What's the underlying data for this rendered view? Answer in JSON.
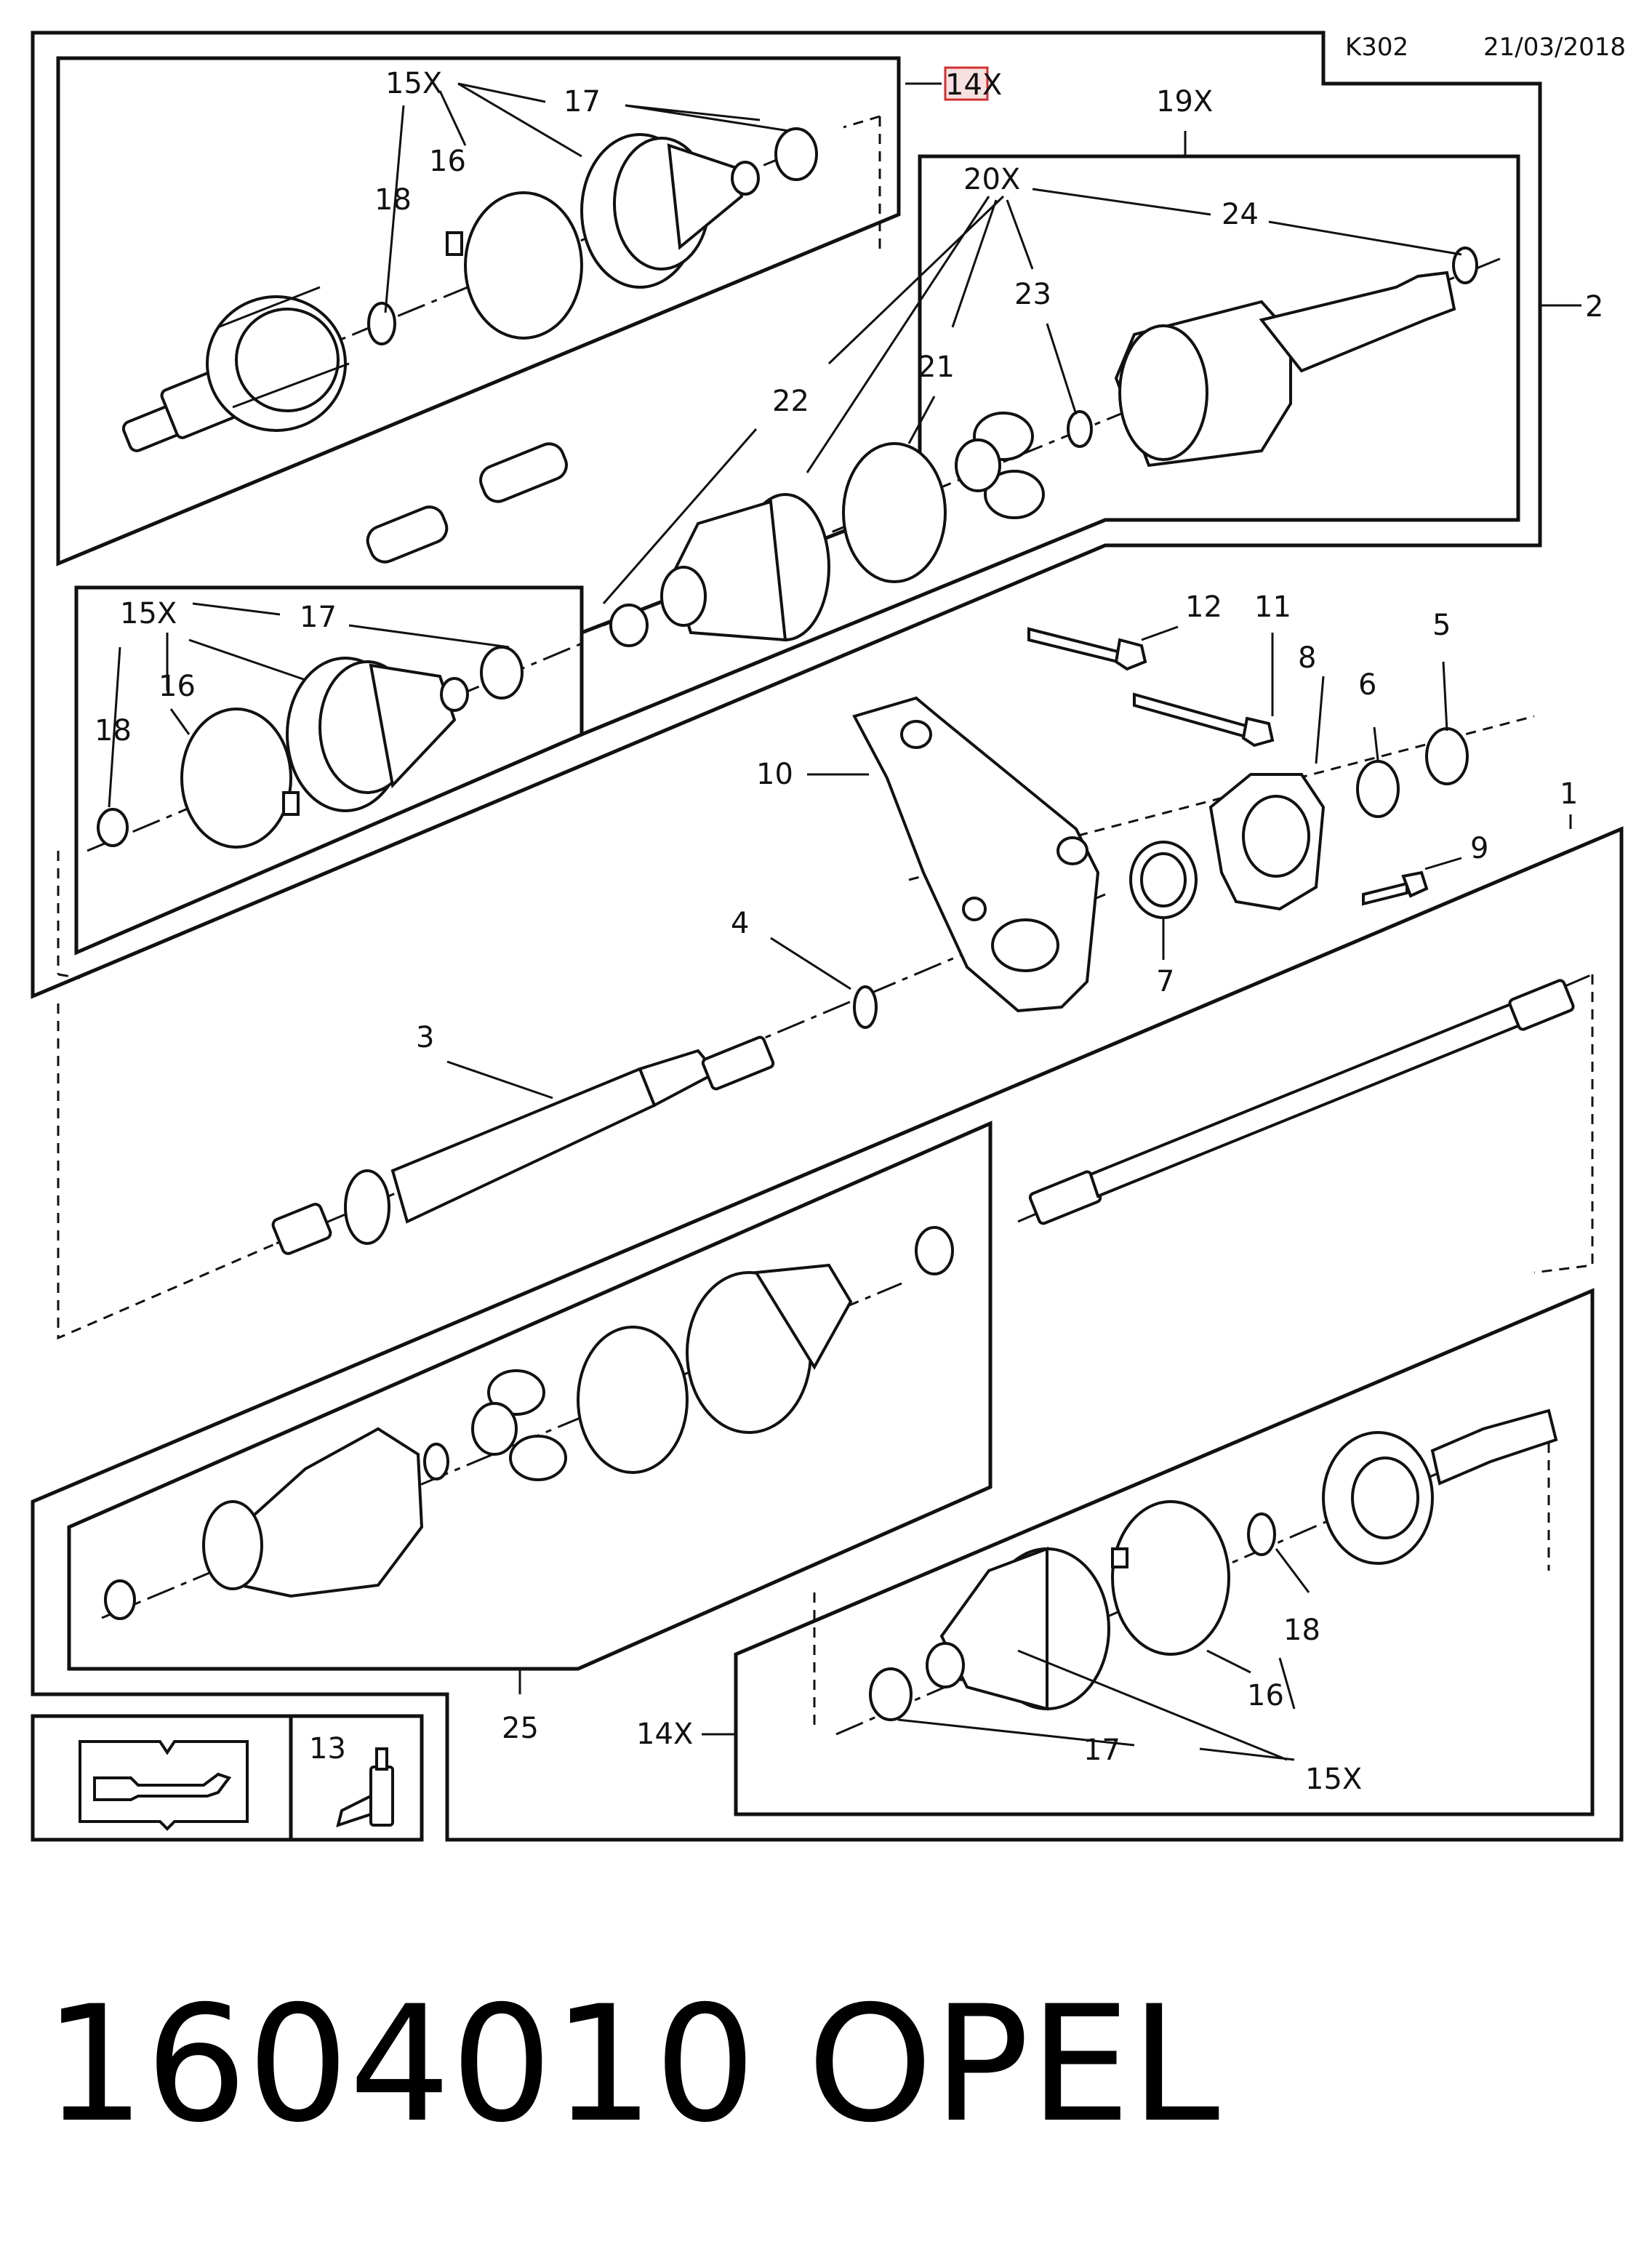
{
  "header": {
    "code": "K302",
    "date": "21/03/2018"
  },
  "footer": {
    "part_number": "1604010",
    "brand": "OPEL"
  },
  "tool_box": {
    "item_number": "13"
  },
  "callouts": {
    "a14x_top": "14X",
    "a15x_tl": "15X",
    "a17_tl": "17",
    "a16_tl": "16",
    "a18_tl": "18",
    "a19x": "19X",
    "a20x": "20X",
    "a24": "24",
    "a23": "23",
    "a21": "21",
    "a22": "22",
    "a2": "2",
    "a15x_ml": "15X",
    "a17_ml": "17",
    "a16_ml": "16",
    "a18_ml": "18",
    "a12": "12",
    "a11": "11",
    "a8": "8",
    "a5": "5",
    "a6": "6",
    "a10": "10",
    "a9": "9",
    "a1": "1",
    "a4": "4",
    "a7": "7",
    "a3": "3",
    "a25": "25",
    "a14x_bot": "14X",
    "a18_br": "18",
    "a16_br": "16",
    "a17_br": "17",
    "a15x_br": "15X"
  }
}
